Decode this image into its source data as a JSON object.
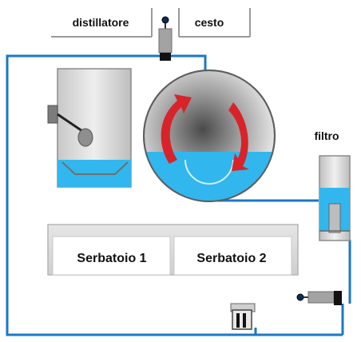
{
  "labels": {
    "distiller": "distillatore",
    "basket": "cesto",
    "filter": "filtro",
    "tank1": "Serbatoio 1",
    "tank2": "Serbatoio 2"
  },
  "colors": {
    "pipe": "#1b78c6",
    "water": "#31b7ee",
    "arrow": "#d8232a",
    "panel": "#dcdcdc",
    "metal": "#9a9a9a"
  }
}
